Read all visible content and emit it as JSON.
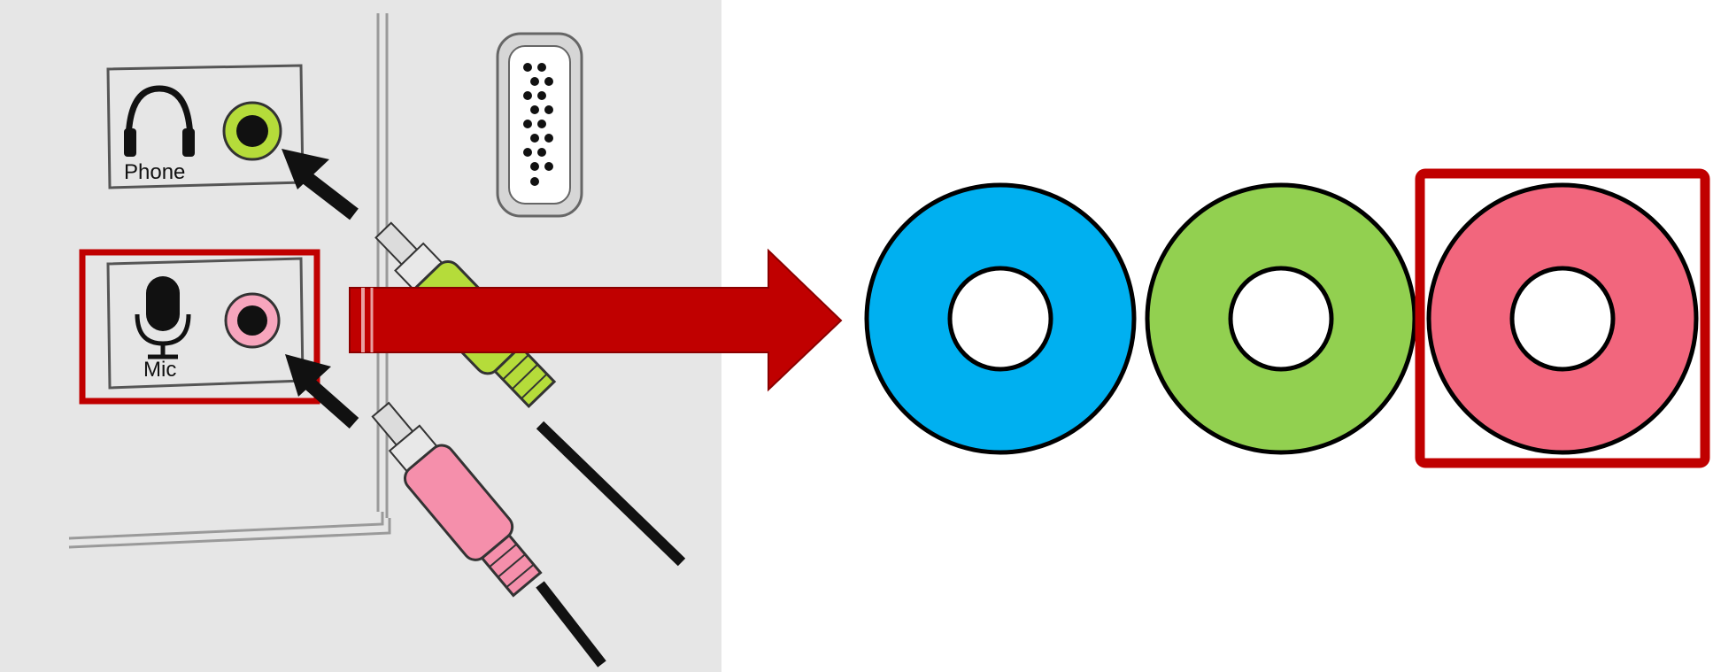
{
  "panel": {
    "background": "#e6e6e6",
    "ports": [
      {
        "id": "phone",
        "label": "Phone",
        "color": "#93d150"
      },
      {
        "id": "mic",
        "label": "Mic",
        "color": "#f7a5bd"
      }
    ]
  },
  "plugs": {
    "green_color": "#b5dc3a",
    "pink_color": "#f58fab"
  },
  "arrow": {
    "color": "#c00000"
  },
  "rings": [
    {
      "id": "blue",
      "color": "#00b0f0",
      "highlighted": false
    },
    {
      "id": "green",
      "color": "#92d050",
      "highlighted": false
    },
    {
      "id": "pink",
      "color": "#f2667d",
      "highlighted": true
    }
  ],
  "highlight_color": "#c00000"
}
